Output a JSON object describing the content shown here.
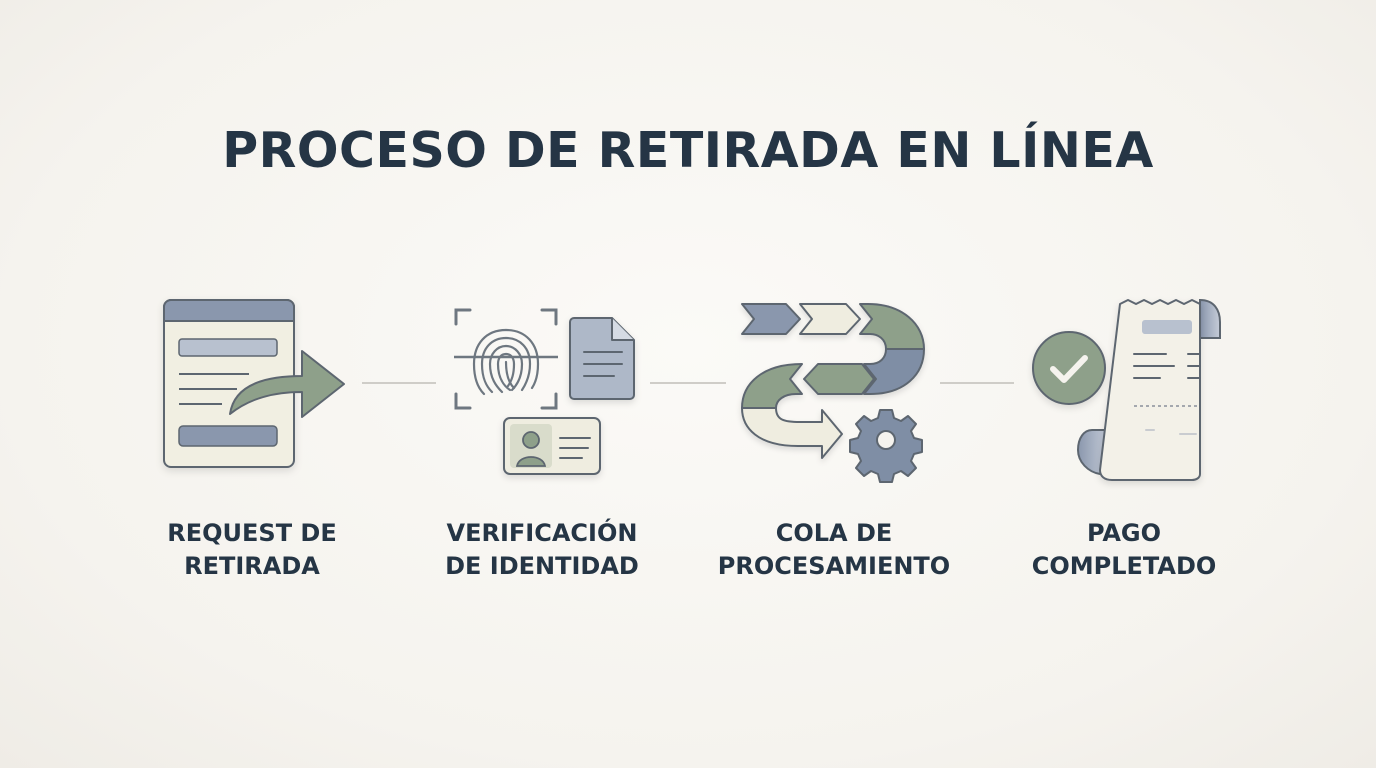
{
  "title": "PROCESO DE RETIRADA EN LÍNEA",
  "colors": {
    "text": "#253545",
    "sage": "#8ea08a",
    "slate": "#7f8ea5",
    "cream": "#efede0",
    "outline": "#5d6670",
    "connector": "#cfcdc8"
  },
  "steps": [
    {
      "line1": "REQUEST DE",
      "line2": "RETIRADA",
      "icon": "form-arrow-icon"
    },
    {
      "line1": "VERIFICACIÓN",
      "line2": "DE IDENTIDAD",
      "icon": "fingerprint-id-icon"
    },
    {
      "line1": "COLA DE",
      "line2": "PROCESAMIENTO",
      "icon": "queue-gear-icon"
    },
    {
      "line1": "PAGO",
      "line2": "COMPLETADO",
      "icon": "receipt-check-icon"
    }
  ]
}
